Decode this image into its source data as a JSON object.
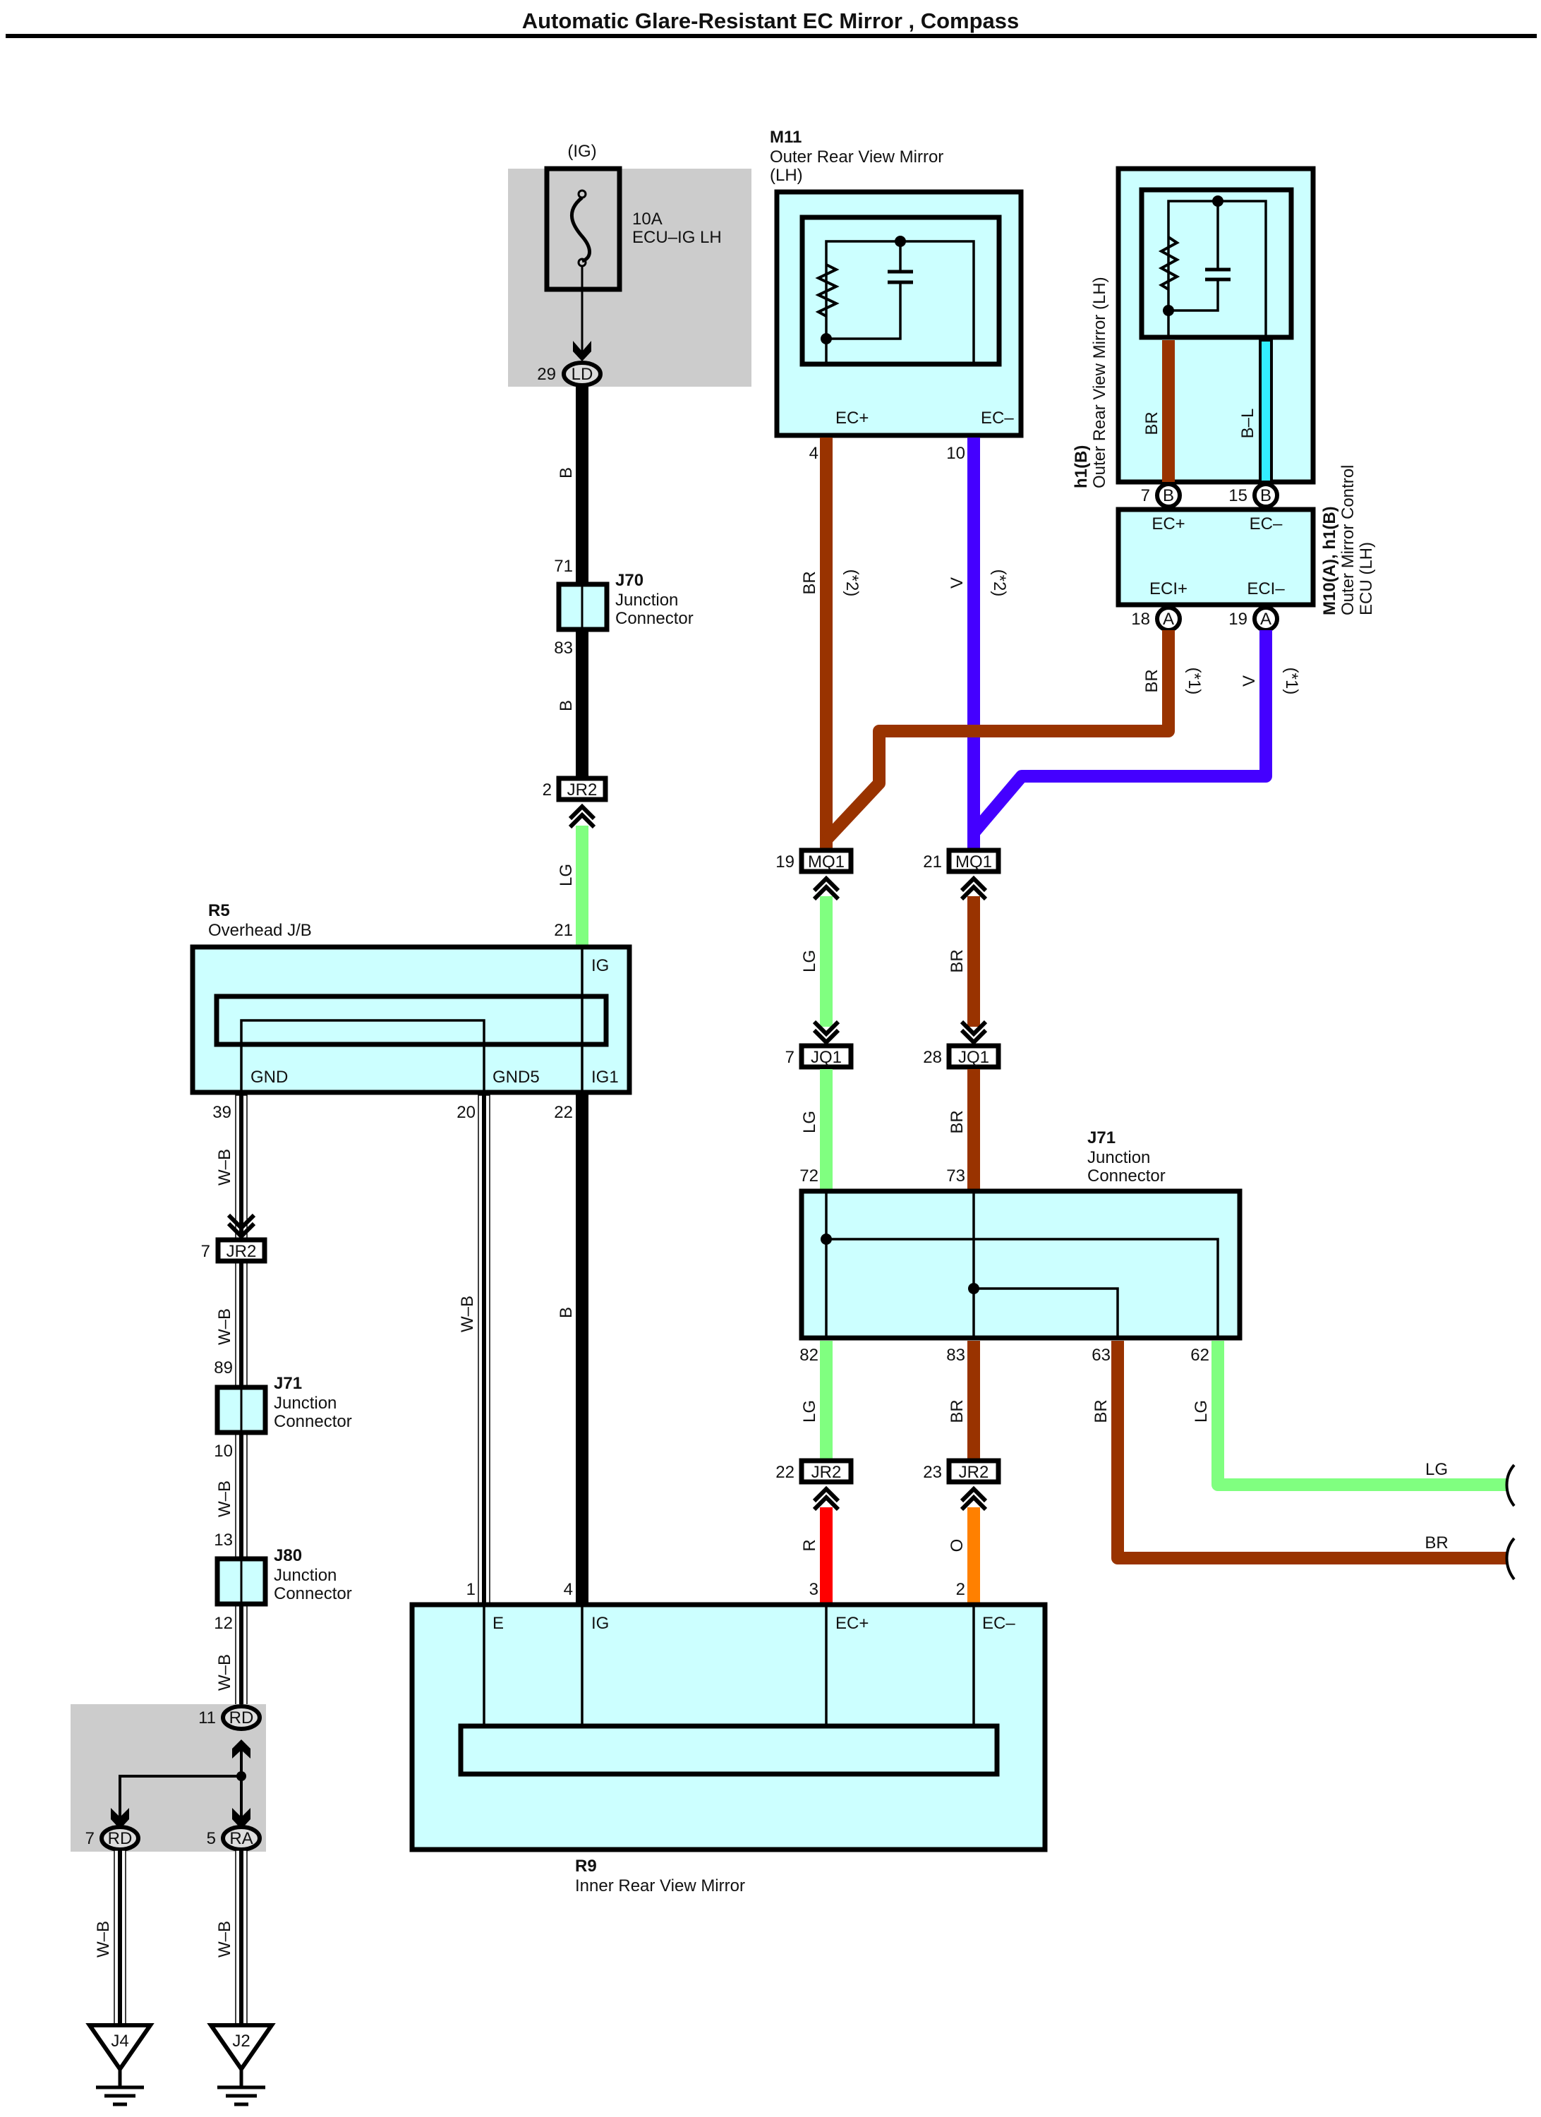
{
  "title": "Automatic Glare-Resistant EC Mirror , Compass",
  "colors": {
    "component_fill": "#ccffff",
    "relay_block_fill": "#cccccc",
    "wire_B": "#000000",
    "wire_LG": "#80ff80",
    "wire_BR": "#993300",
    "wire_V": "#4400ff",
    "wire_R": "#ff0000",
    "wire_O": "#ff8000",
    "wire_L": "#33eeff"
  },
  "fuse": {
    "source": "(IG)",
    "rating": "10A",
    "name": "ECU–IG LH",
    "connector": {
      "pin": "29",
      "code": "LD"
    }
  },
  "components": {
    "M11": {
      "id": "M11",
      "name": "Outer Rear View Mirror",
      "name2": "(LH)",
      "pins": [
        {
          "no": "4",
          "label": "EC+"
        },
        {
          "no": "10",
          "label": "EC–"
        }
      ]
    },
    "h1B": {
      "id": "h1(B)",
      "name": "Outer Rear View Mirror (LH)",
      "wires": [
        "BR",
        "B–L"
      ]
    },
    "M10": {
      "id": "M10(A), h1(B)",
      "name": "Outer Mirror Control",
      "name2": "ECU (LH)",
      "pins_top": [
        {
          "no": "7",
          "code": "B",
          "label": "EC+"
        },
        {
          "no": "15",
          "code": "B",
          "label": "EC–"
        }
      ],
      "pins_bottom": [
        {
          "no": "18",
          "code": "A",
          "label": "ECI+"
        },
        {
          "no": "19",
          "code": "A",
          "label": "ECI–"
        }
      ]
    },
    "J70": {
      "id": "J70",
      "name": "Junction",
      "name2": "Connector",
      "pin_top": "71",
      "pin_bottom": "83"
    },
    "R5": {
      "id": "R5",
      "name": "Overhead J/B",
      "pins": [
        {
          "no": "21",
          "label": "IG"
        },
        {
          "no": "39",
          "label": "GND"
        },
        {
          "no": "20",
          "label": "GND5"
        },
        {
          "no": "22",
          "label": "IG1"
        }
      ]
    },
    "J71_small": {
      "id": "J71",
      "name": "Junction",
      "name2": "Connector",
      "pin_top": "89",
      "pin_bottom": "10"
    },
    "J80": {
      "id": "J80",
      "name": "Junction",
      "name2": "Connector",
      "pin_top": "13",
      "pin_bottom": "12"
    },
    "J71_big": {
      "id": "J71",
      "name": "Junction",
      "name2": "Connector",
      "pins_top": [
        "72",
        "73"
      ],
      "pins_bottom": [
        "82",
        "83",
        "63",
        "62"
      ]
    },
    "R9": {
      "id": "R9",
      "name": "Inner Rear View Mirror",
      "pins": [
        {
          "no": "1",
          "label": "E"
        },
        {
          "no": "4",
          "label": "IG"
        },
        {
          "no": "3",
          "label": "EC+"
        },
        {
          "no": "2",
          "label": "EC–"
        }
      ]
    }
  },
  "connectors": {
    "jr2_2": {
      "pin": "2",
      "code": "JR2"
    },
    "jr2_7": {
      "pin": "7",
      "code": "JR2"
    },
    "mq1_19": {
      "pin": "19",
      "code": "MQ1"
    },
    "mq1_21": {
      "pin": "21",
      "code": "MQ1"
    },
    "jq1_7": {
      "pin": "7",
      "code": "JQ1"
    },
    "jq1_28": {
      "pin": "28",
      "code": "JQ1"
    },
    "jr2_22": {
      "pin": "22",
      "code": "JR2"
    },
    "jr2_23": {
      "pin": "23",
      "code": "JR2"
    },
    "rd_11": {
      "pin": "11",
      "code": "RD"
    },
    "rd_7": {
      "pin": "7",
      "code": "RD"
    },
    "ra_5": {
      "pin": "5",
      "code": "RA"
    }
  },
  "grounds": [
    "J4",
    "J2"
  ],
  "wire_labels": {
    "B": "B",
    "LG": "LG",
    "BR": "BR",
    "V": "V",
    "R": "R",
    "O": "O",
    "WB": "W–B",
    "BL": "B–L",
    "note1": "(*1)",
    "note2": "(*2)"
  },
  "continues": [
    {
      "label": "LG"
    },
    {
      "label": "BR"
    }
  ]
}
